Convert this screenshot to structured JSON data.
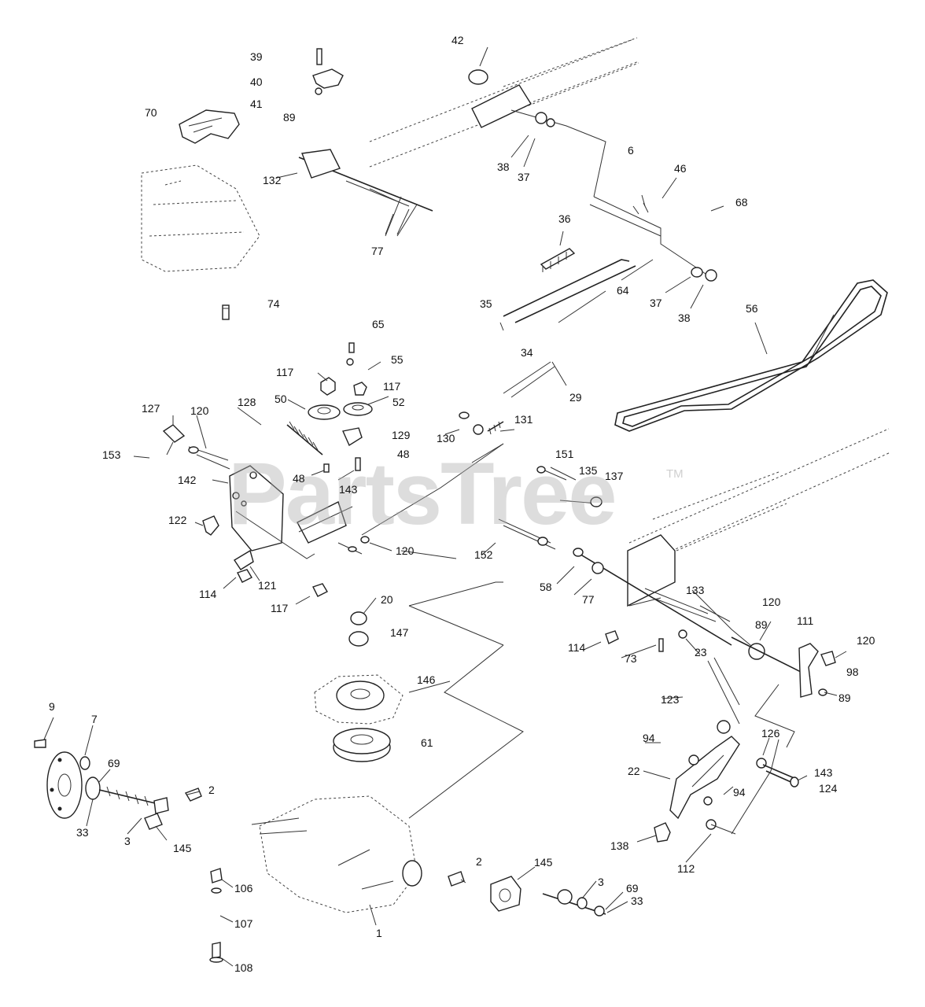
{
  "watermark": "PartsTree",
  "watermark_tm": "TM",
  "callouts": {
    "c_1": "1",
    "c_2a": "2",
    "c_2b": "2",
    "c_3a": "3",
    "c_3b": "3",
    "c_6": "6",
    "c_7": "7",
    "c_9": "9",
    "c_20": "20",
    "c_22": "22",
    "c_23": "23",
    "c_29": "29",
    "c_33a": "33",
    "c_33b": "33",
    "c_34": "34",
    "c_35": "35",
    "c_36": "36",
    "c_37a": "37",
    "c_37b": "37",
    "c_38a": "38",
    "c_38b": "38",
    "c_39": "39",
    "c_40": "40",
    "c_41": "41",
    "c_42": "42",
    "c_46": "46",
    "c_48a": "48",
    "c_48b": "48",
    "c_50": "50",
    "c_52": "52",
    "c_55": "55",
    "c_56": "56",
    "c_58": "58",
    "c_61": "61",
    "c_64": "64",
    "c_65": "65",
    "c_68": "68",
    "c_69a": "69",
    "c_69b": "69",
    "c_70": "70",
    "c_73": "73",
    "c_74": "74",
    "c_77a": "77",
    "c_77b": "77",
    "c_89a": "89",
    "c_89b": "89",
    "c_89c": "89",
    "c_94a": "94",
    "c_94b": "94",
    "c_98": "98",
    "c_106": "106",
    "c_107": "107",
    "c_108": "108",
    "c_111": "111",
    "c_112": "112",
    "c_114a": "114",
    "c_114b": "114",
    "c_117a": "117",
    "c_117b": "117",
    "c_117c": "117",
    "c_120a": "120",
    "c_120b": "120",
    "c_120c": "120",
    "c_120d": "120",
    "c_121": "121",
    "c_122": "122",
    "c_123": "123",
    "c_124": "124",
    "c_126": "126",
    "c_127": "127",
    "c_128": "128",
    "c_129": "129",
    "c_130": "130",
    "c_131": "131",
    "c_132": "132",
    "c_133": "133",
    "c_135": "135",
    "c_137": "137",
    "c_138": "138",
    "c_142": "142",
    "c_143a": "143",
    "c_143b": "143",
    "c_145a": "145",
    "c_145b": "145",
    "c_146": "146",
    "c_147": "147",
    "c_151": "151",
    "c_152": "152",
    "c_153": "153"
  }
}
